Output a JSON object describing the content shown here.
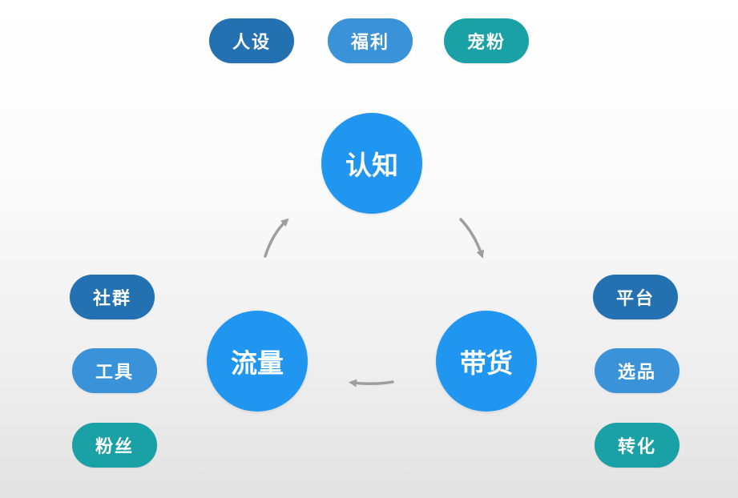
{
  "colors": {
    "dark_blue": "#2371b0",
    "mid_blue": "#3a92d9",
    "teal": "#1aa1a5",
    "circle_blue": "#2196f0",
    "arrow_gray": "#9e9e9e"
  },
  "top_pills": [
    "人设",
    "福利",
    "宠粉"
  ],
  "nodes": {
    "top": "认知",
    "right": "带货",
    "left": "流量"
  },
  "left_pills": [
    "社群",
    "工具",
    "粉丝"
  ],
  "right_pills": [
    "平台",
    "选品",
    "转化"
  ]
}
